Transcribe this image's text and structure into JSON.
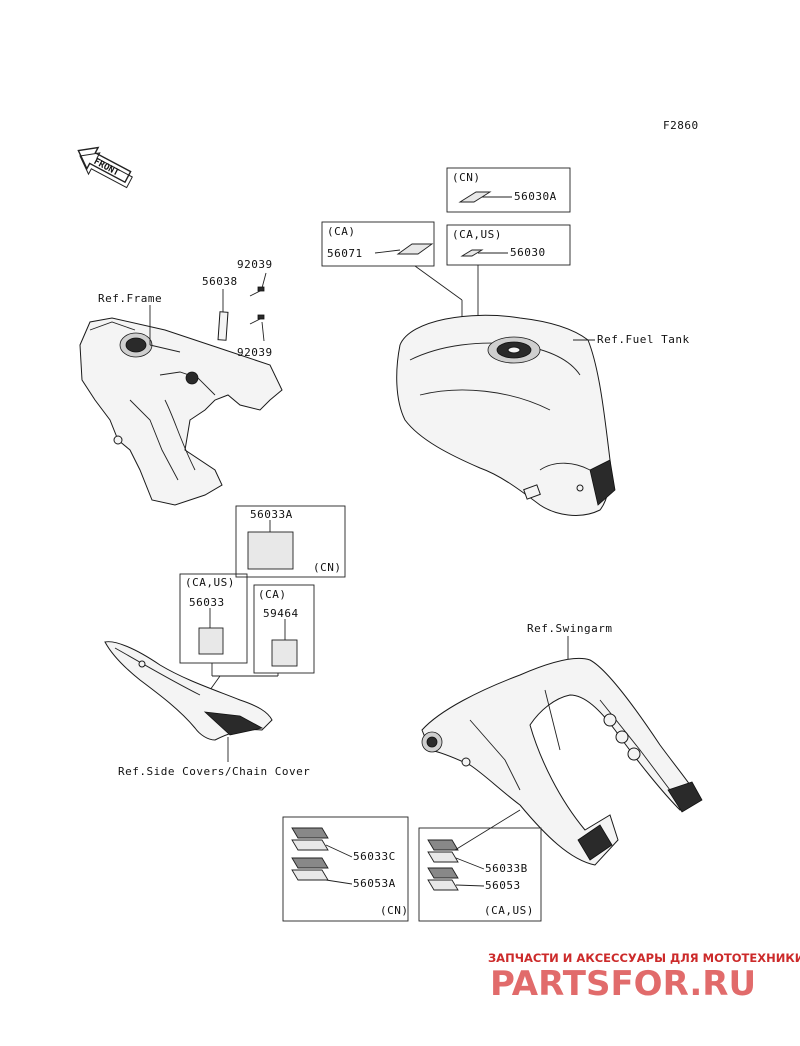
{
  "figure_code": "F2860",
  "front_label": "FRONT",
  "labels": {
    "p92039_top": "92039",
    "p56038": "56038",
    "p92039_bottom": "92039",
    "ref_frame": "Ref.Frame",
    "cn_a_region": "(CN)",
    "p56030A": "56030A",
    "ca_region": "(CA)",
    "p56071": "56071",
    "ca_us_region": "(CA,US)",
    "p56030": "56030",
    "ref_fuel_tank": "Ref.Fuel Tank",
    "p56033A": "56033A",
    "cn_b_region": "(CN)",
    "ca_us_b_region": "(CA,US)",
    "p56033": "56033",
    "ca_b_region": "(CA)",
    "p59464": "59464",
    "ref_side_covers": "Ref.Side Covers/Chain Cover",
    "ref_swingarm": "Ref.Swingarm",
    "p56033C": "56033C",
    "p56053A": "56053A",
    "cn_c_region": "(CN)",
    "p56033B": "56033B",
    "p56053": "56053",
    "ca_us_c_region": "(CA,US)"
  },
  "watermark": {
    "tagline": "ЗАПЧАСТИ И АКСЕССУАРЫ ДЛЯ МОТОТЕХНИКИ",
    "brand": "PARTSFOR.RU",
    "color": "#d83a3a"
  }
}
